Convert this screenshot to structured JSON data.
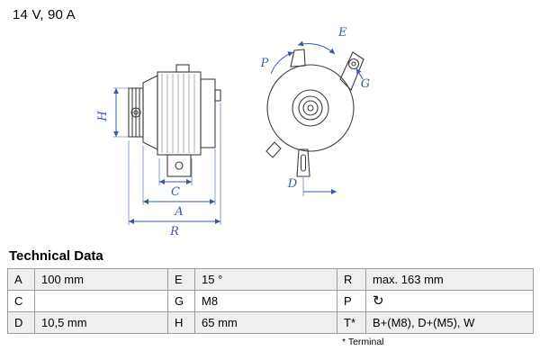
{
  "title": "14 V, 90 A",
  "colors": {
    "accent": "#3b5aa5",
    "line": "#3f3f3f",
    "table_border": "#9b9b9b",
    "row_shade": "#efefef"
  },
  "drawing": {
    "labels": {
      "H": "H",
      "C": "C",
      "A": "A",
      "R": "R",
      "E": "E",
      "P": "P",
      "G": "G",
      "D": "D"
    }
  },
  "table": {
    "heading": "Technical Data",
    "rows": [
      {
        "cells": [
          "A",
          "100 mm",
          "E",
          "15 °",
          "R",
          "max. 163 mm"
        ]
      },
      {
        "cells": [
          "C",
          "",
          "G",
          "M8",
          "P",
          "↻"
        ]
      },
      {
        "cells": [
          "D",
          "10,5 mm",
          "H",
          "65 mm",
          "T*",
          "B+(M8), D+(M5), W"
        ]
      }
    ],
    "footnote": "* Terminal"
  }
}
